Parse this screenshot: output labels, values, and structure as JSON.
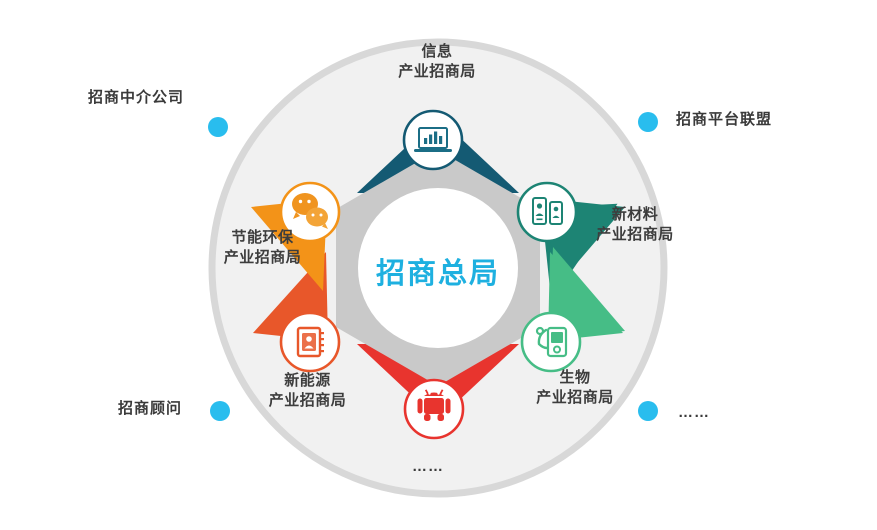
{
  "diagram": {
    "type": "hub-and-spoke-hexagon",
    "center": {
      "label": "招商总局",
      "color": "#1eb0e0"
    },
    "outer_ring": {
      "fill": "#f2f2f2",
      "stroke": "#d6d6d6",
      "dot_color": "#29bdee"
    },
    "hexagon": {
      "fill": "#c9c9c9",
      "inner_fill": "#ffffff"
    },
    "segments": [
      {
        "id": "info",
        "line1": "信息",
        "line2": "产业招商局",
        "color": "#145a73",
        "icon": "laptop-chart-icon",
        "position": "top"
      },
      {
        "id": "new-material",
        "line1": "新材料",
        "line2": "产业招商局",
        "color": "#1d8474",
        "icon": "id-cards-icon",
        "position": "top-right"
      },
      {
        "id": "bio",
        "line1": "生物",
        "line2": "产业招商局",
        "color": "#46bd86",
        "icon": "mobile-device-icon",
        "position": "bottom-right"
      },
      {
        "id": "android",
        "line1": "",
        "line2": "",
        "color": "#e8342e",
        "icon": "android-robot-icon",
        "position": "bottom"
      },
      {
        "id": "new-energy",
        "line1": "新能源",
        "line2": "产业招商局",
        "color": "#e8572a",
        "icon": "contact-book-icon",
        "position": "bottom-left"
      },
      {
        "id": "energy-saving",
        "line1": "节能环保",
        "line2": "产业招商局",
        "color": "#f39318",
        "icon": "wechat-bubbles-icon",
        "position": "top-left"
      }
    ],
    "outer_nodes": [
      {
        "id": "agency",
        "label": "招商中介公司",
        "position": "top-left"
      },
      {
        "id": "alliance",
        "label": "招商平台联盟",
        "position": "top-right"
      },
      {
        "id": "advisor",
        "label": "招商顾问",
        "position": "bottom-left"
      },
      {
        "id": "more",
        "label": "……",
        "position": "bottom-right"
      }
    ],
    "bottom_ellipsis": "……"
  }
}
